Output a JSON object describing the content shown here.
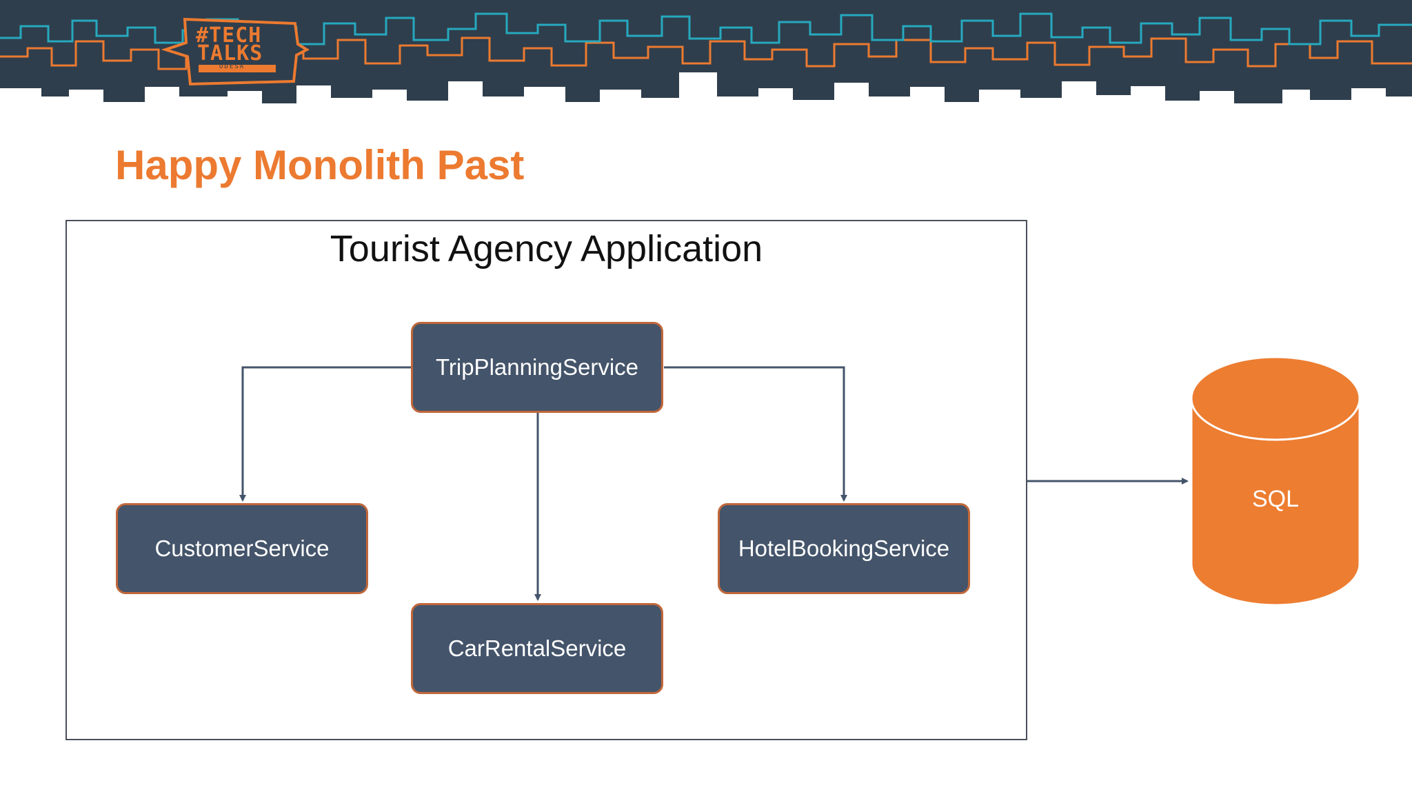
{
  "banner": {
    "logo_line1": "#TECH",
    "logo_line2": "TALKS",
    "logo_line3": "ODESA",
    "colors": {
      "background": "#2f3e4c",
      "accent": "#ec7a30",
      "skyline": "#26a9bf"
    }
  },
  "slide": {
    "title": "Happy Monolith Past"
  },
  "application": {
    "title": "Tourist Agency Application",
    "services": {
      "trip_planning": "TripPlanningService",
      "customer": "CustomerService",
      "hotel_booking": "HotelBookingService",
      "car_rental": "CarRentalService"
    }
  },
  "database": {
    "label": "SQL",
    "color": "#ed7d31"
  },
  "colors": {
    "title": "#ec7a30",
    "service_fill": "#44546a",
    "service_border": "#c0673a",
    "connector": "#44546a"
  }
}
